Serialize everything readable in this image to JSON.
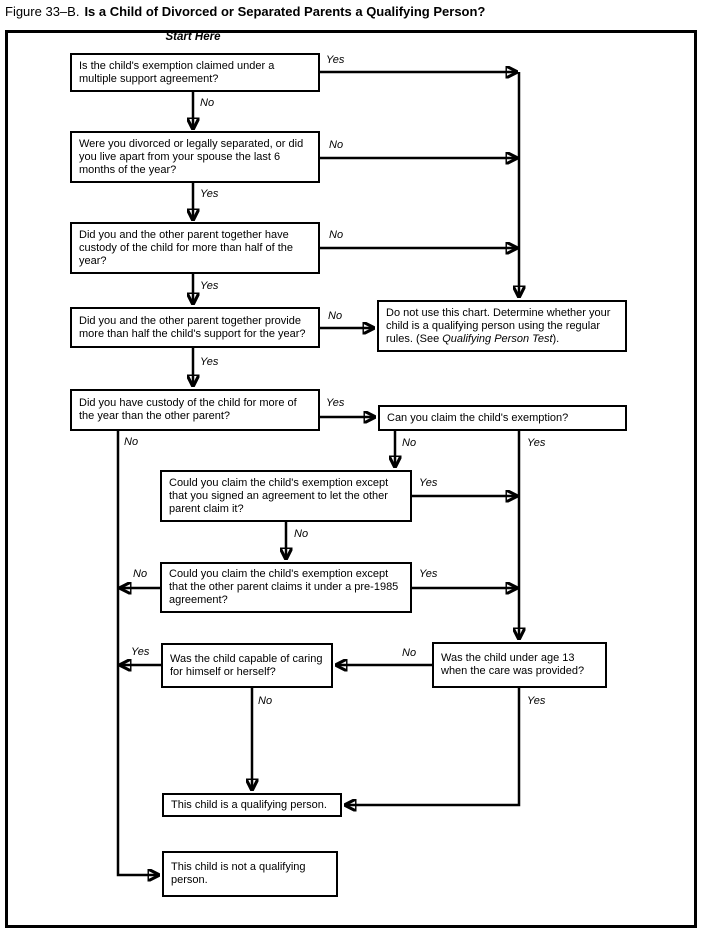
{
  "figure": {
    "label": "Figure 33–B.",
    "title": "Is a Child of Divorced or Separated Parents a Qualifying Person?"
  },
  "start_here": "Start Here",
  "nodes": {
    "multiple_support": "Is the child's exemption claimed under a multiple support agreement?",
    "divorced_separated": "Were you divorced or legally separated, or did you live apart from your spouse the last 6 months of the year?",
    "custody_together": "Did you and the other parent together have custody of the child for more than half of the year?",
    "support_together": "Did you and the other parent together provide more than half the child's support for the year?",
    "do_not_use": {
      "prefix": "Do not use this chart. Determine whether your child is a qualifying person using the regular rules. (See ",
      "italic": "Qualifying Person Test",
      "suffix": ")."
    },
    "custody_more": "Did you have custody of the child for more of the year than the other parent?",
    "claim_exemption": "Can you claim the child's exemption?",
    "signed_agreement": "Could you claim the child's exemption except that you signed an agreement to let the other parent claim it?",
    "pre_1985": "Could you claim the child's exemption except that the other parent claims it under a pre-1985 agreement?",
    "capable_care": "Was the child capable of caring for himself or herself?",
    "under_age_13": "Was the child under age 13 when the care was provided?",
    "qualifying": "This child is a qualifying person.",
    "not_qualifying": "This child is not a qualifying person."
  },
  "edges": {
    "multiple_support_yes": "Yes",
    "multiple_support_no": "No",
    "divorced_no": "No",
    "divorced_yes": "Yes",
    "custody_together_no": "No",
    "custody_together_yes": "Yes",
    "support_together_no": "No",
    "support_together_yes": "Yes",
    "custody_more_yes": "Yes",
    "custody_more_no": "No",
    "claim_no": "No",
    "claim_yes": "Yes",
    "signed_yes": "Yes",
    "signed_no": "No",
    "pre1985_no": "No",
    "pre1985_yes": "Yes",
    "under13_no": "No",
    "under13_yes": "Yes",
    "capable_yes": "Yes",
    "capable_no": "No"
  },
  "colors": {
    "line": "#000000",
    "background": "#ffffff"
  }
}
